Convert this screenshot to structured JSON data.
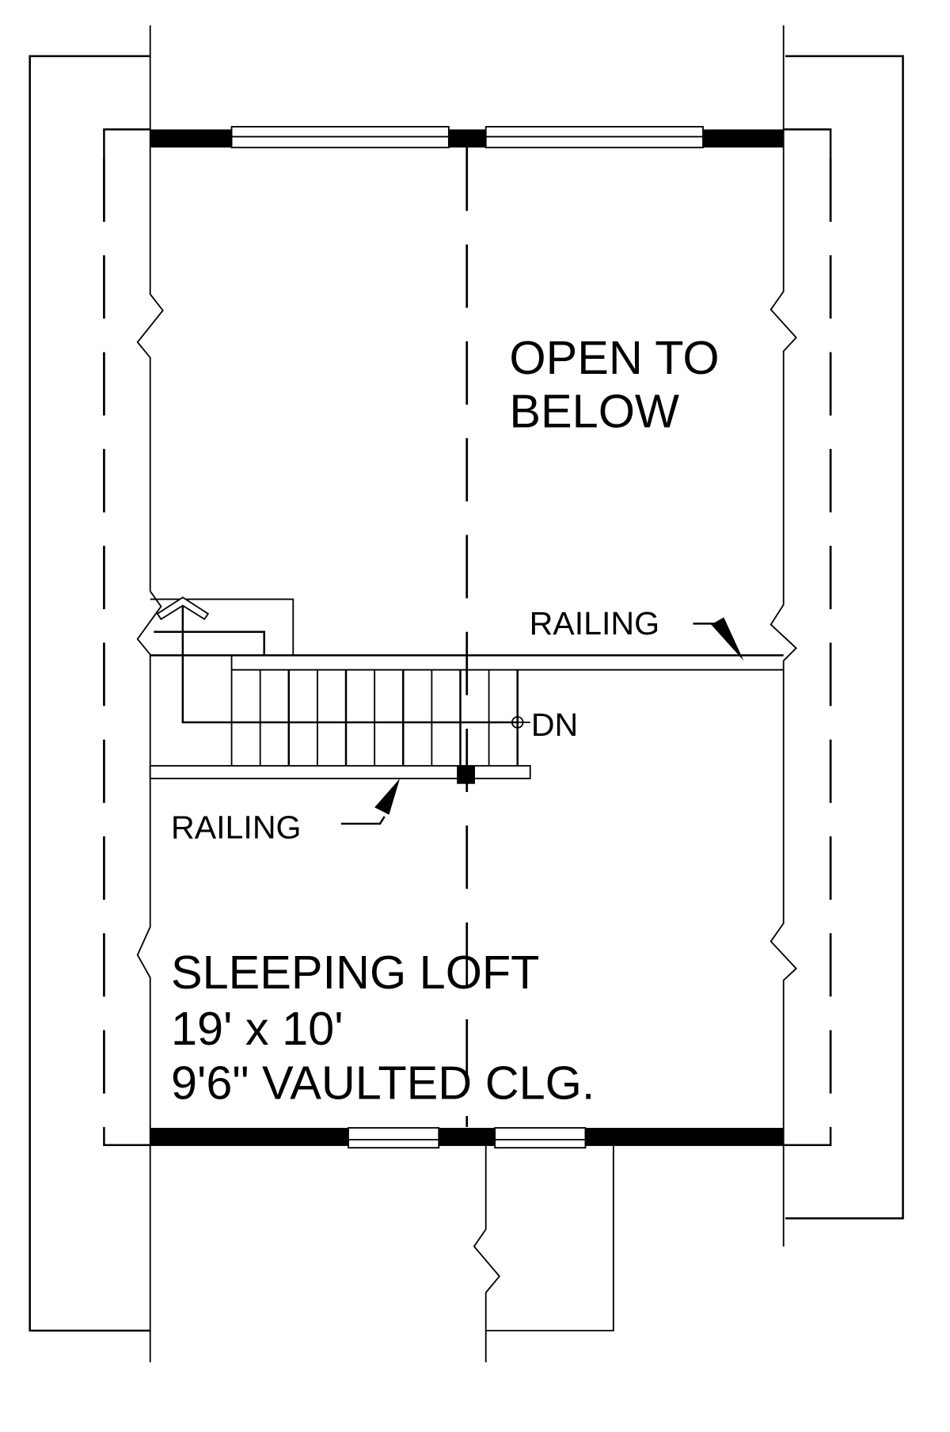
{
  "drawing": {
    "type": "floor-plan",
    "colors": {
      "line": "#000000",
      "background": "#ffffff"
    }
  },
  "labels": {
    "open_to_below": [
      "OPEN TO",
      "BELOW"
    ],
    "railing_upper": "RAILING",
    "railing_lower": "RAILING",
    "stair_direction": "DN",
    "room_name": "SLEEPING LOFT",
    "room_dimensions": "19' x 10'",
    "ceiling_note": "9'6\" VAULTED CLG."
  },
  "elements": {
    "stair_tread_count": 10,
    "top_windows": 2,
    "bottom_windows": 2
  }
}
